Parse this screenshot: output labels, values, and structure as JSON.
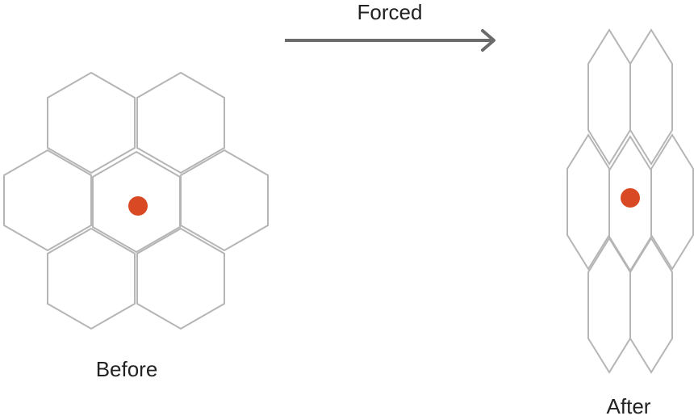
{
  "arrow_label": "Forced",
  "before_label": "Before",
  "after_label": "After",
  "colors": {
    "hex_stroke": "#b5b5b5",
    "dot": "#d94a24",
    "arrow": "#6b6b6b"
  }
}
